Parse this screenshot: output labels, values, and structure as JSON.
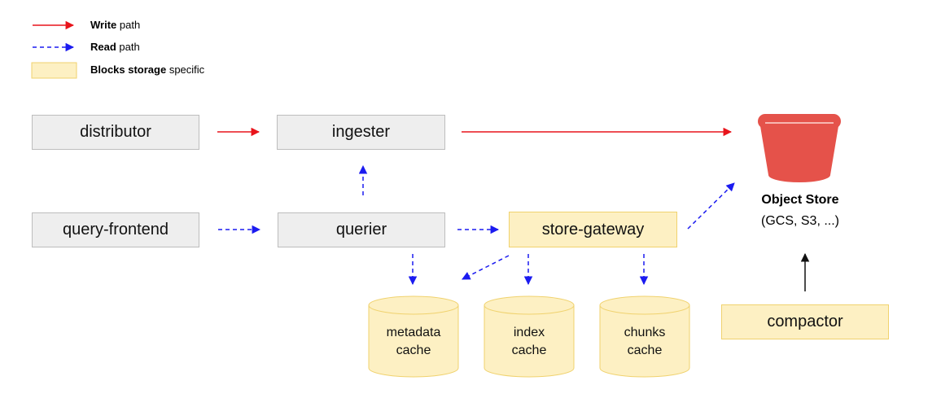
{
  "legend": {
    "write": {
      "bold": "Write",
      "rest": " path"
    },
    "read": {
      "bold": "Read",
      "rest": " path"
    },
    "blocks": {
      "bold": "Blocks storage",
      "rest": " specific"
    }
  },
  "components": {
    "distributor": "distributor",
    "ingester": "ingester",
    "query_frontend": "query-frontend",
    "querier": "querier",
    "store_gateway": "store-gateway",
    "compactor": "compactor"
  },
  "caches": {
    "metadata": "metadata\ncache",
    "index": "index\ncache",
    "chunks": "chunks\ncache"
  },
  "object_store": {
    "title": "Object Store",
    "subtitle": "(GCS, S3, ...)"
  },
  "colors": {
    "write": "#e8141b",
    "read": "#1b1bf0",
    "gray_fill": "#eeeeee",
    "yellow_fill": "#fdf0c3",
    "bucket": "#e5524a"
  }
}
